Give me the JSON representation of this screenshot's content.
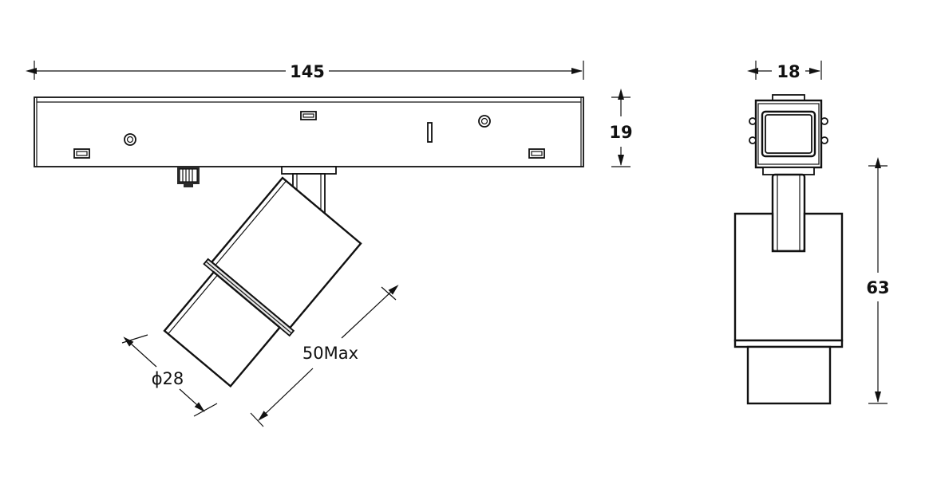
{
  "colors": {
    "stroke": "#111111",
    "background": "#ffffff"
  },
  "dimensions": {
    "length": "145",
    "height": "19",
    "width": "18",
    "total_height": "63",
    "diameter": "ϕ28",
    "head_length": "50Max"
  }
}
